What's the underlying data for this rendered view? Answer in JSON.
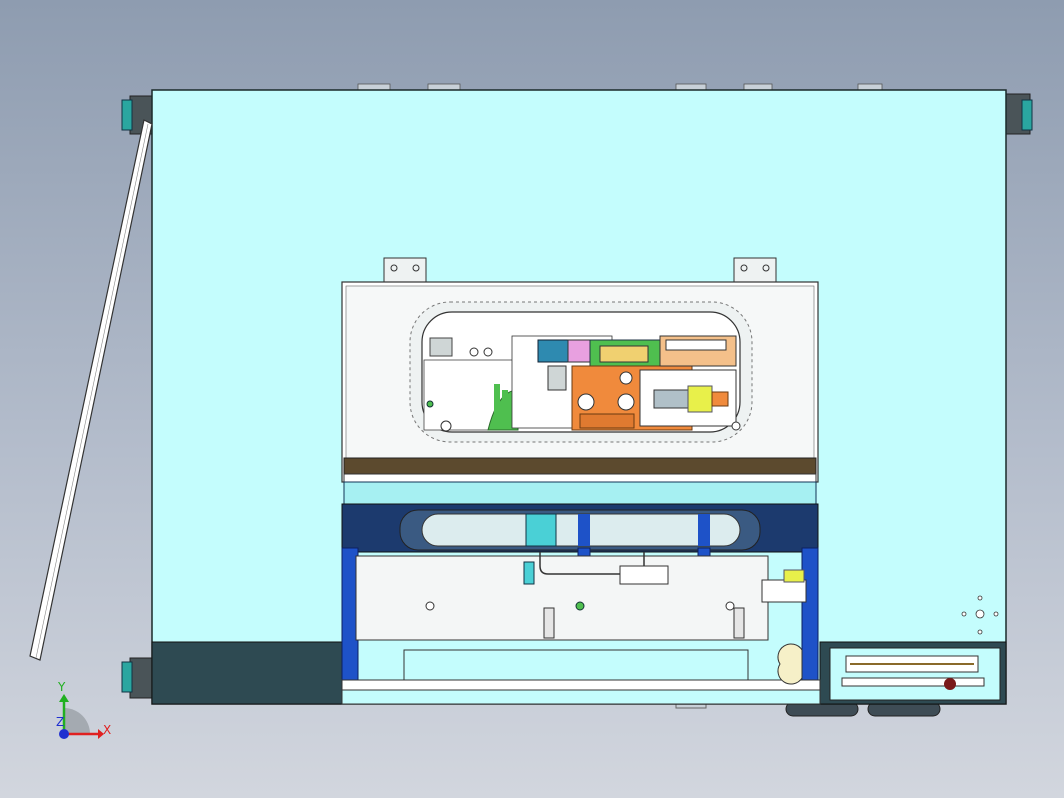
{
  "viewport": {
    "background_top": "#8e9cb0",
    "background_bottom": "#d2d6de"
  },
  "model": {
    "cabinet_color": "#c4fdfd",
    "base_color": "#2e4a52",
    "window_orange": "#f08a3c",
    "window_green": "#4fbf4f",
    "window_yellow": "#e8f04a",
    "blue_post": "#1e52c8",
    "frame_navy": "#1c3a6e"
  },
  "triad": {
    "x_label": "X",
    "y_label": "Y",
    "z_label": "Z",
    "x_color": "#e02020",
    "y_color": "#20b020",
    "z_color": "#2030d0"
  }
}
